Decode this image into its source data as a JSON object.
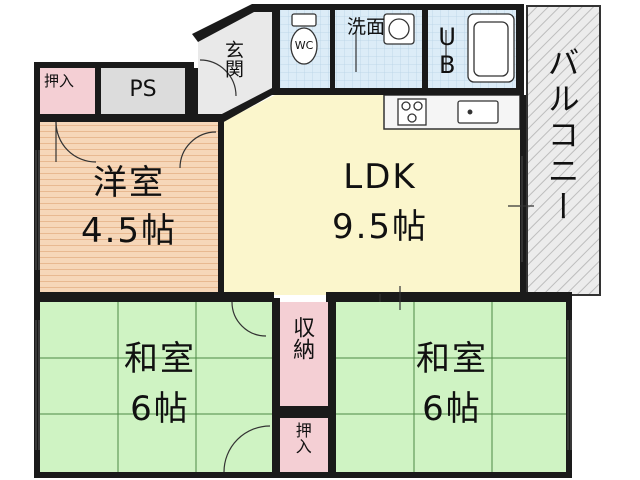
{
  "rooms": {
    "western": {
      "name": "洋室",
      "size": "4.5帖"
    },
    "ldk": {
      "name": "LDK",
      "size": "9.5帖"
    },
    "washitsu_left": {
      "name": "和室",
      "size": "6帖"
    },
    "washitsu_right": {
      "name": "和室",
      "size": "6帖"
    },
    "entrance": "玄関",
    "washroom": "洗面",
    "bath": "UB",
    "toilet": "WC",
    "ps": "PS",
    "closet_top": "押入",
    "closet_bottom": "押入",
    "storage": "収納",
    "balcony": "バルコニー"
  },
  "colors": {
    "wall": "#1a1a1a",
    "ldk_floor": "#fbf6cc",
    "western_floor": "#f6d7b9",
    "tatami": "#cff3c3",
    "wet_area": "#dcecf7",
    "storage": "#f4cfd4",
    "balcony": "#e6e6e6",
    "ps": "#dcdcdc"
  }
}
